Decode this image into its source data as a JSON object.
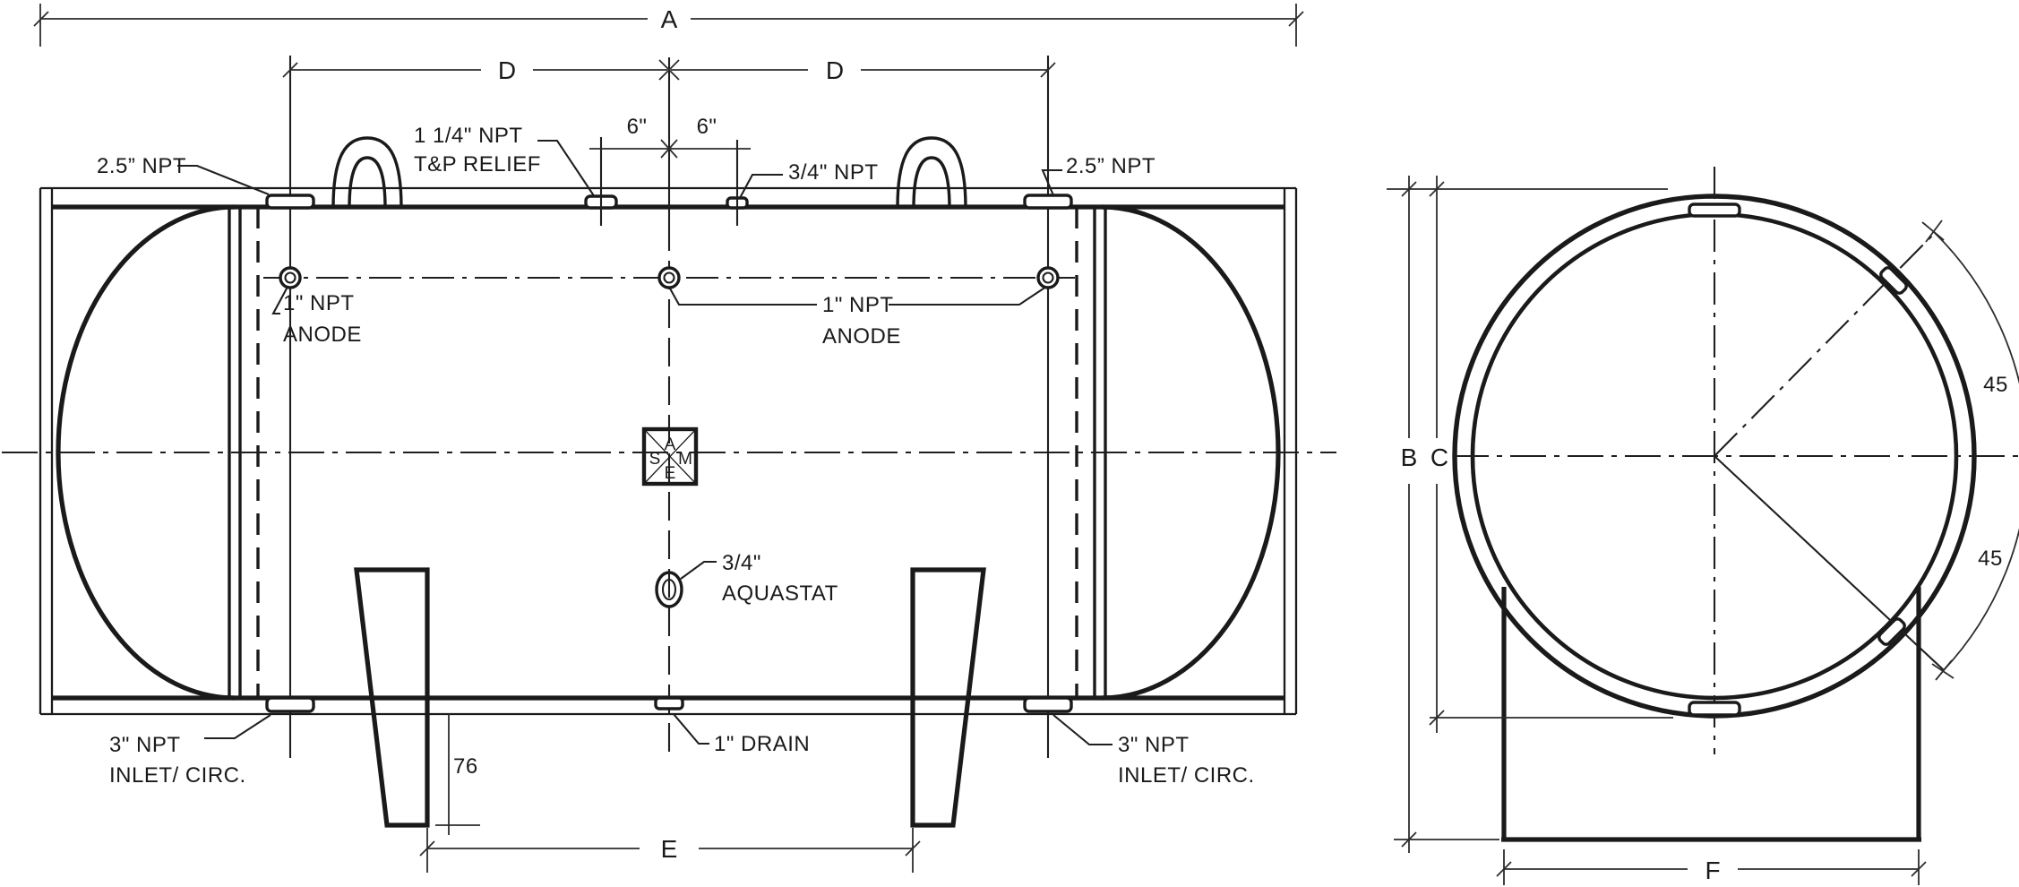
{
  "colors": {
    "ink": "#1a1a1a",
    "background": "#ffffff"
  },
  "side": {
    "a": "A",
    "d_left": "D",
    "d_right": "D",
    "six_left": "6\"",
    "six_right": "6\"",
    "npt25_left": "2.5” NPT",
    "npt25_right": "2.5” NPT",
    "tp_line1": "1 1/4\" NPT",
    "tp_line2": "T&P RELIEF",
    "npt34": "3/4\" NPT",
    "anode_left_line1": "1\" NPT",
    "anode_left_line2": "ANODE",
    "anode_mid_line1": "1\" NPT",
    "anode_mid_line2": "ANODE",
    "asme_a": "A",
    "asme_s": "S",
    "asme_m": "M",
    "asme_e": "E",
    "aquastat_line1": "3/4\"",
    "aquastat_line2": "AQUASTAT",
    "drain": "1\" DRAIN",
    "inlet_left_line1": "3\" NPT",
    "inlet_left_line2": "INLET/ CIRC.",
    "inlet_right_line1": "3\" NPT",
    "inlet_right_line2": "INLET/ CIRC.",
    "dim76": "76",
    "e": "E"
  },
  "end": {
    "b": "B",
    "c": "C",
    "f": "F",
    "angle_upper": "45",
    "angle_lower": "45"
  }
}
